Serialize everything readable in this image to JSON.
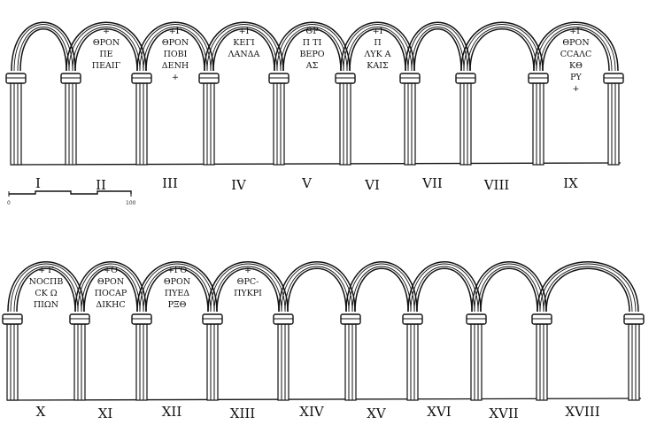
{
  "rows": [
    {
      "arches": [
        {
          "numeral": "I",
          "inscription": []
        },
        {
          "numeral": "II",
          "inscription": [
            "+",
            "ΘΡΟΝ",
            "ΠΕ",
            "ΠΕΑΙΓ"
          ]
        },
        {
          "numeral": "III",
          "inscription": [
            "+Γ",
            "ΘΡΟΝ",
            "ΠΟΒΙ",
            "ΔΕΝΗ",
            "+"
          ]
        },
        {
          "numeral": "IV",
          "inscription": [
            "+Ι",
            "ΚΕΓΙ",
            "ΛΑΝΔΑ"
          ]
        },
        {
          "numeral": "V",
          "inscription": [
            "ΘΡ",
            "Π ΤΙ",
            "ΒΕΡΟ",
            "ΑΣ"
          ]
        },
        {
          "numeral": "VI",
          "inscription": [
            "+Ι",
            "Π",
            "ΛΥΚ Α",
            "ΚΑΙΣ"
          ]
        },
        {
          "numeral": "VII",
          "inscription": []
        },
        {
          "numeral": "VIII",
          "inscription": []
        },
        {
          "numeral": "IX",
          "inscription": [
            "+Γ",
            "ΘΡΟΝ",
            "ССΑΛC",
            "ΚΘ",
            "ΡΥ",
            "+"
          ]
        }
      ]
    },
    {
      "arches": [
        {
          "numeral": "X",
          "inscription": [
            "+ Γ",
            "ΝΟCΠΒ",
            "CΚ Ω",
            "ΠΙΩΝ"
          ]
        },
        {
          "numeral": "XI",
          "inscription": [
            "+Ο",
            "ΘΡΟΝ",
            "ΠΟCΑΡ",
            "ΔΙΚΗC"
          ]
        },
        {
          "numeral": "XII",
          "inscription": [
            "+ΓΟ",
            "ΘΡΟΝ",
            "ΠΥΕΔ",
            "ΡΞΘ"
          ]
        },
        {
          "numeral": "XIII",
          "inscription": [
            "+",
            "ΘΡC-",
            "ΠΥΚΡΙ"
          ]
        },
        {
          "numeral": "XIV",
          "inscription": []
        },
        {
          "numeral": "XV",
          "inscription": []
        },
        {
          "numeral": "XVI",
          "inscription": []
        },
        {
          "numeral": "XVII",
          "inscription": []
        },
        {
          "numeral": "XVIII",
          "inscription": []
        }
      ]
    }
  ],
  "scale": {
    "start": "0",
    "end": "100"
  },
  "colors": {
    "ink": "#111111",
    "paper": "#ffffff"
  }
}
